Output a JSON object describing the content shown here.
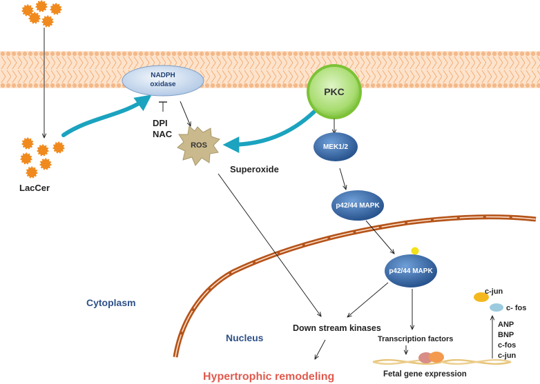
{
  "diagram": {
    "membrane": {
      "color": "#f5c9a0"
    },
    "nodes": {
      "nadph": {
        "line1": "NADPH",
        "line2": "oxidase"
      },
      "pkc": "PKC",
      "ros": "ROS",
      "mek": "MEK1/2",
      "mapk_cytoplasm": "p42/44 MAPK",
      "mapk_nucleus": "p42/44 MAPK",
      "c_jun": "c-jun",
      "c_fos": "c- fos"
    },
    "labels": {
      "lac_cer": "LacCer",
      "dpi": "DPI",
      "nac": "NAC",
      "superoxide": "Superoxide",
      "cytoplasm": "Cytoplasm",
      "nucleus": "Nucleus",
      "downstream": "Down stream kinases",
      "transcription": "Transcription factors",
      "fetal_gene": "Fetal gene expression",
      "hypertrophic": "Hypertrophic remodeling",
      "gene_list": [
        "ANP",
        "BNP",
        "c-fos",
        "c-jun"
      ]
    },
    "colors": {
      "lac_cer": "#f08a1e",
      "node_blue": "#2e5e9e",
      "pkc_green": "#8ccf3a",
      "ros_fill": "#c9b98c",
      "curved_arrow": "#1ba3bf",
      "nuclear_envelope": "#b5541a",
      "cytoplasm_text": "#2e5088",
      "hypertrophic_text": "#e05a4e"
    }
  }
}
